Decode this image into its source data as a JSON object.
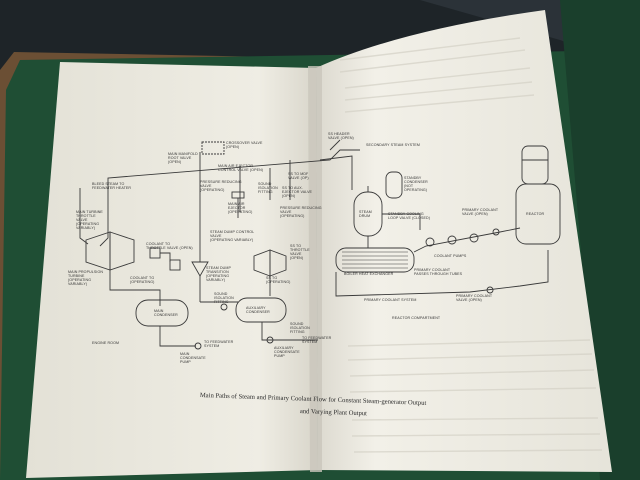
{
  "caption": {
    "line1": "Main Paths of Steam and Primary Coolant Flow for Constant Steam-generator Output",
    "line2": "and Varying Plant Output"
  },
  "diagram": {
    "labels": {
      "main_manifold_root": "MAIN MANIFOLD\nROOT VALVE\n(OPEN)",
      "crossover": "CROSSOVER VALVE\n(OPEN)",
      "air_ejector_ctrl": "MAIN AIR EJECTOR\nCONTROL VALVE (OPEN)",
      "bleed_steam": "BLEED STEAM TO\nFEEDWATER HEATER",
      "main_turbine_throttle": "MAIN TURBINE\nTHROTTLE\nVALVE\n(OPERATING\nVARIABLY)",
      "pressure_reducing": "PRESSURE REDUCING\nVALVE\n(OPERATING)",
      "main_air_ejector": "MAIN AIR\nEJECTOR\n(OPERATING)",
      "sound_iso_1": "SOUND\nISOLATION\nFITTING",
      "ss_to_mdf": "SS TO MDF\nVALVE (OP)",
      "secondary_steam": "SECONDARY STEAM SYSTEM",
      "ss_header": "SS HEADER\nVALVE (OPEN)",
      "standby_condenser": "STANDBY\nCONDENSER\n(NOT\nOPERATING)",
      "ss_to_aux_ej": "SS TO AUX.\nEJECTOR VALVE\n(OPEN)",
      "pressure_reducing_2": "PRESSURE REDUCING\nVALVE\n(OPERATING)",
      "steam_drum": "STEAM\nDRUM",
      "standby_cooling": "STANDBY COOLING\nLOOP VALVE (CLOSED)",
      "primary_coolant_valve_top": "PRIMARY COOLANT\nVALVE (OPEN)",
      "reactor": "REACTOR",
      "coolant_to_throttle": "COOLANT TO\nTHROTTLE VALVE (OPEN)",
      "steam_dump_ctrl": "STEAM DUMP CONTROL\nVALVE\n(OPERATING VARIABLY)",
      "ss_to_throttle": "SS TO\nTHROTTLE\nVALVE\n(OPEN)",
      "ss_tg": "SS TG\n(OPERATING)",
      "coolant_tg": "COOLANT TG\n(OPERATING)",
      "steam_dump_transition": "STEAM DUMP\nTRANSITION\n(OPERATING\nVARIABLY)",
      "main_propulsion": "MAIN PROPULSION\nTURBINE\n(OPERATING\nVARIABLY)",
      "coolant_pumps": "COOLANT PUMPS",
      "boiler_hx": "BOILER HEAT EXCHANGER",
      "primary_passes": "PRIMARY COOLANT\nPASSES THROUGH TUBES",
      "sound_iso_2": "SOUND\nISOLATION\nFITTING",
      "main_condenser": "MAIN\nCONDENSER",
      "aux_condenser": "AUXILIARY\nCONDENSER",
      "primary_coolant_system": "PRIMARY COOLANT SYSTEM",
      "primary_coolant_valve_bottom": "PRIMARY COOLANT\nVALVE (OPEN)",
      "sound_iso_3": "SOUND\nISOLATION\nFITTING",
      "to_feedwater": "TO FEEDWATER\nSYSTEM",
      "to_feedwater_2": "TO FEEDWATER\nSYSTEM",
      "aux_cond_pump": "AUXILIARY\nCONDENSATE\nPUMP",
      "engine_room": "ENGINE ROOM",
      "main_cond_pump": "MAIN\nCONDENSATE\nPUMP",
      "reactor_compartment": "REACTOR COMPARTMENT"
    }
  },
  "colors": {
    "desk": "#1e2428",
    "green_mat": "#1f4e34",
    "paper": "#eeece3",
    "ink": "#3a3a3a"
  }
}
